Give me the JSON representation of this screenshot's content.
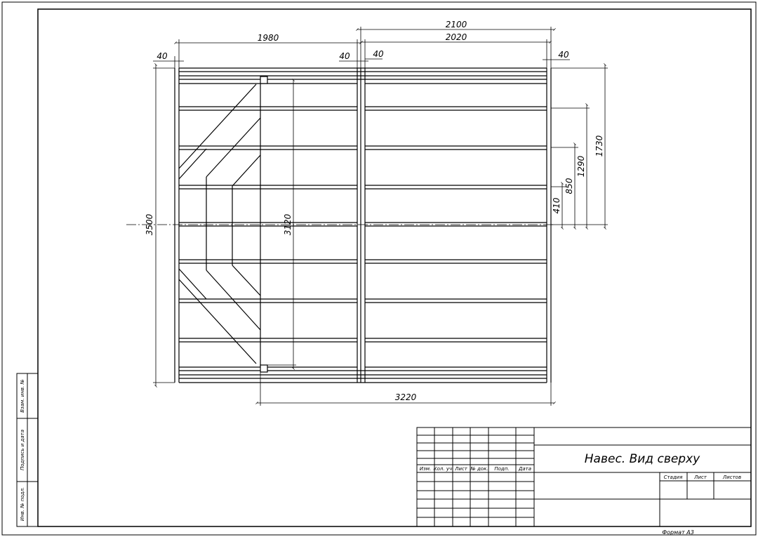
{
  "drawing": {
    "dims": {
      "width_left": "1980",
      "width_total": "2100",
      "width_right": "2020",
      "gap_left": "40",
      "gap_mid_left": "40",
      "gap_mid_right": "40",
      "gap_right": "40",
      "height_total": "3500",
      "height_inner": "3120",
      "bottom_span": "3220",
      "h1": "410",
      "h2": "850",
      "h3": "1290",
      "h4": "1730"
    }
  },
  "side_stamp": {
    "inv_subst": "Взам. инв. №",
    "sign_date": "Подпись и дата",
    "inv_orig": "Инв. № подл."
  },
  "title_block": {
    "cols": {
      "izm": "Изм.",
      "kol": "Кол. уч.",
      "list": "Лист",
      "ndok": "№ док.",
      "podp": "Подп.",
      "data": "Дата"
    },
    "title": "Навес. Вид сверху",
    "stage": "Стадия",
    "sheet": "Лист",
    "sheets": "Листов"
  },
  "format": "Формат А3"
}
